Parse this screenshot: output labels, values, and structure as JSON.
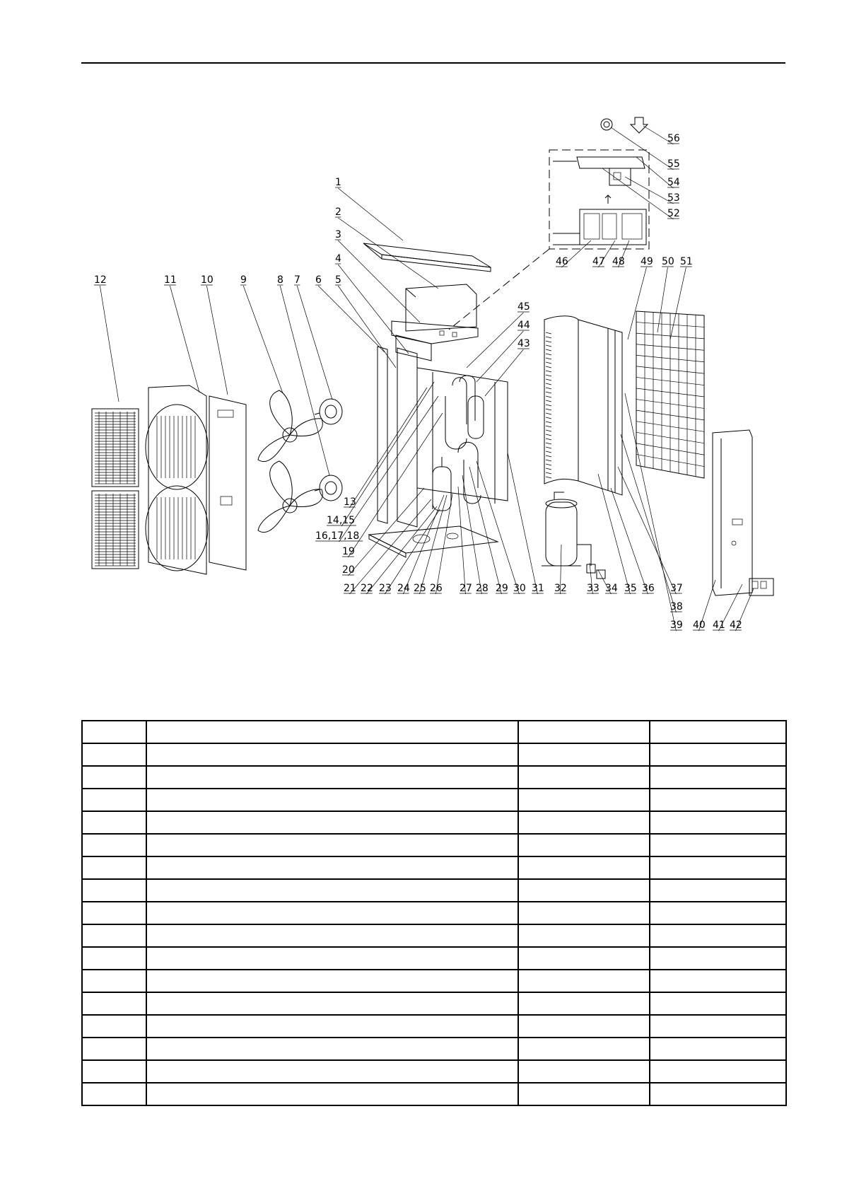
{
  "part_numbers": [
    "1",
    "2",
    "3",
    "4",
    "5",
    "6",
    "7",
    "8",
    "9",
    "10",
    "11",
    "12",
    "13",
    "14,15",
    "16,17,18",
    "19",
    "20",
    "21",
    "22",
    "23",
    "24",
    "25",
    "26",
    "27",
    "28",
    "29",
    "30",
    "31",
    "32",
    "33",
    "34",
    "35",
    "36",
    "37",
    "38",
    "39",
    "40",
    "41",
    "42",
    "43",
    "44",
    "45",
    "46",
    "47",
    "48",
    "49",
    "50",
    "51",
    "52",
    "53",
    "54",
    "55",
    "56"
  ],
  "parts_table": {
    "columns": 4,
    "rows": [
      [
        "",
        "",
        "",
        ""
      ],
      [
        "",
        "",
        "",
        ""
      ],
      [
        "",
        "",
        "",
        ""
      ],
      [
        "",
        "",
        "",
        ""
      ],
      [
        "",
        "",
        "",
        ""
      ],
      [
        "",
        "",
        "",
        ""
      ],
      [
        "",
        "",
        "",
        ""
      ],
      [
        "",
        "",
        "",
        ""
      ],
      [
        "",
        "",
        "",
        ""
      ],
      [
        "",
        "",
        "",
        ""
      ],
      [
        "",
        "",
        "",
        ""
      ],
      [
        "",
        "",
        "",
        ""
      ],
      [
        "",
        "",
        "",
        ""
      ],
      [
        "",
        "",
        "",
        ""
      ],
      [
        "",
        "",
        "",
        ""
      ],
      [
        "",
        "",
        "",
        ""
      ],
      [
        "",
        "",
        "",
        ""
      ]
    ]
  }
}
